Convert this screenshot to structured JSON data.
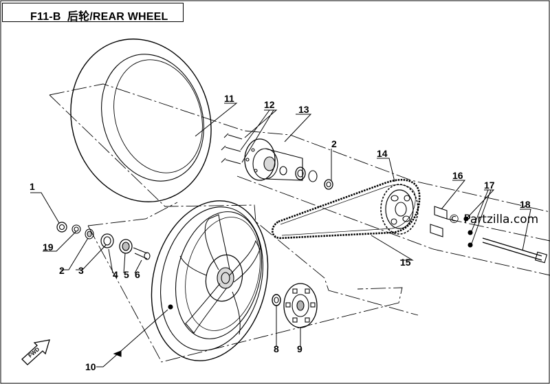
{
  "title": {
    "code": "F11-B",
    "name": "后轮/REAR WHEEL"
  },
  "watermark": "© Partzilla.com",
  "fwd_label": "FWD",
  "callouts": {
    "c1": "1",
    "c2a": "2",
    "c2b": "2",
    "c3": "3",
    "c4": "4",
    "c5": "5",
    "c6": "6",
    "c8": "8",
    "c9": "9",
    "c10": "10",
    "c11": "11",
    "c12": "12",
    "c13": "13",
    "c14": "14",
    "c15": "15",
    "c16": "16",
    "c17": "17",
    "c18": "18",
    "c19": "19"
  }
}
